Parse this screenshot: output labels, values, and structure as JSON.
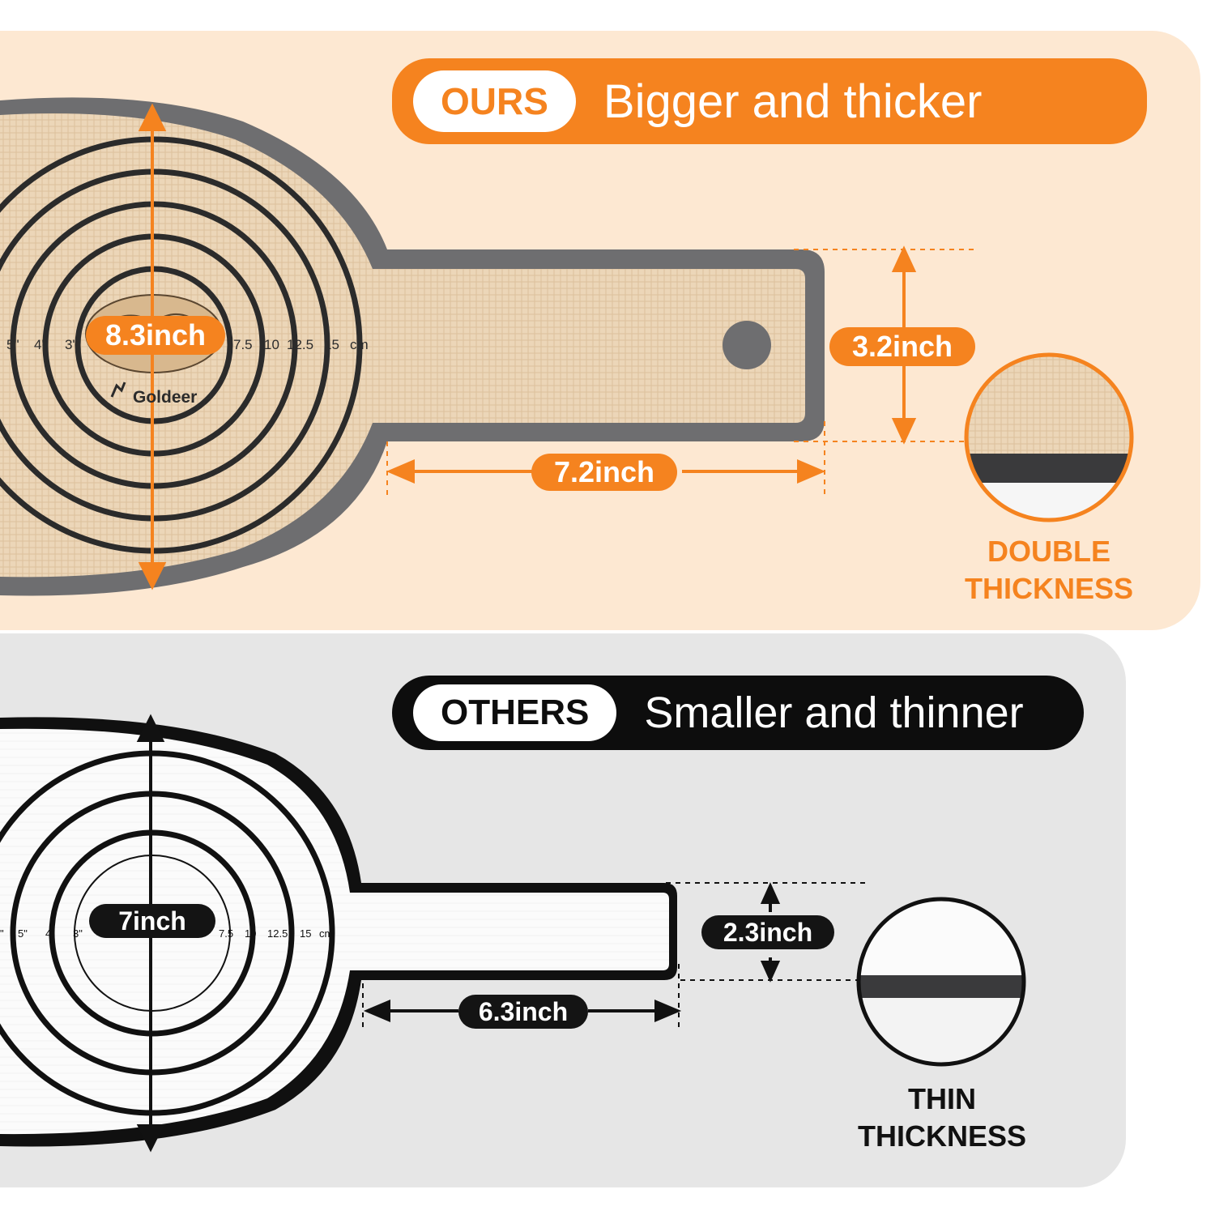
{
  "ours": {
    "tag": "OURS",
    "headline": "Bigger and thicker",
    "brand": "Goldeer",
    "ruler_left": [
      "5\"",
      "4\"",
      "3\""
    ],
    "ruler_right": [
      "7.5",
      "10",
      "12.5",
      "15",
      "cm"
    ],
    "diameter": "8.3inch",
    "handle_width": "3.2inch",
    "handle_length": "7.2inch",
    "thickness_line1": "DOUBLE",
    "thickness_line2": "THICKNESS"
  },
  "others": {
    "tag": "OTHERS",
    "headline": "Smaller and thinner",
    "ruler_left": [
      "\"",
      "5\"",
      "4\"",
      "3\""
    ],
    "ruler_right": [
      "7.5",
      "10",
      "12.5",
      "15",
      "cm"
    ],
    "diameter": "7inch",
    "handle_width": "2.3inch",
    "handle_length": "6.3inch",
    "thickness_line1": "THIN",
    "thickness_line2": "THICKNESS"
  },
  "colors": {
    "accent": "#f5831f",
    "ours_panel": "#fde8d2",
    "others_panel": "#e6e6e6",
    "mat_border": "#6e6e70",
    "mat_surface": "#ecd6b8"
  }
}
